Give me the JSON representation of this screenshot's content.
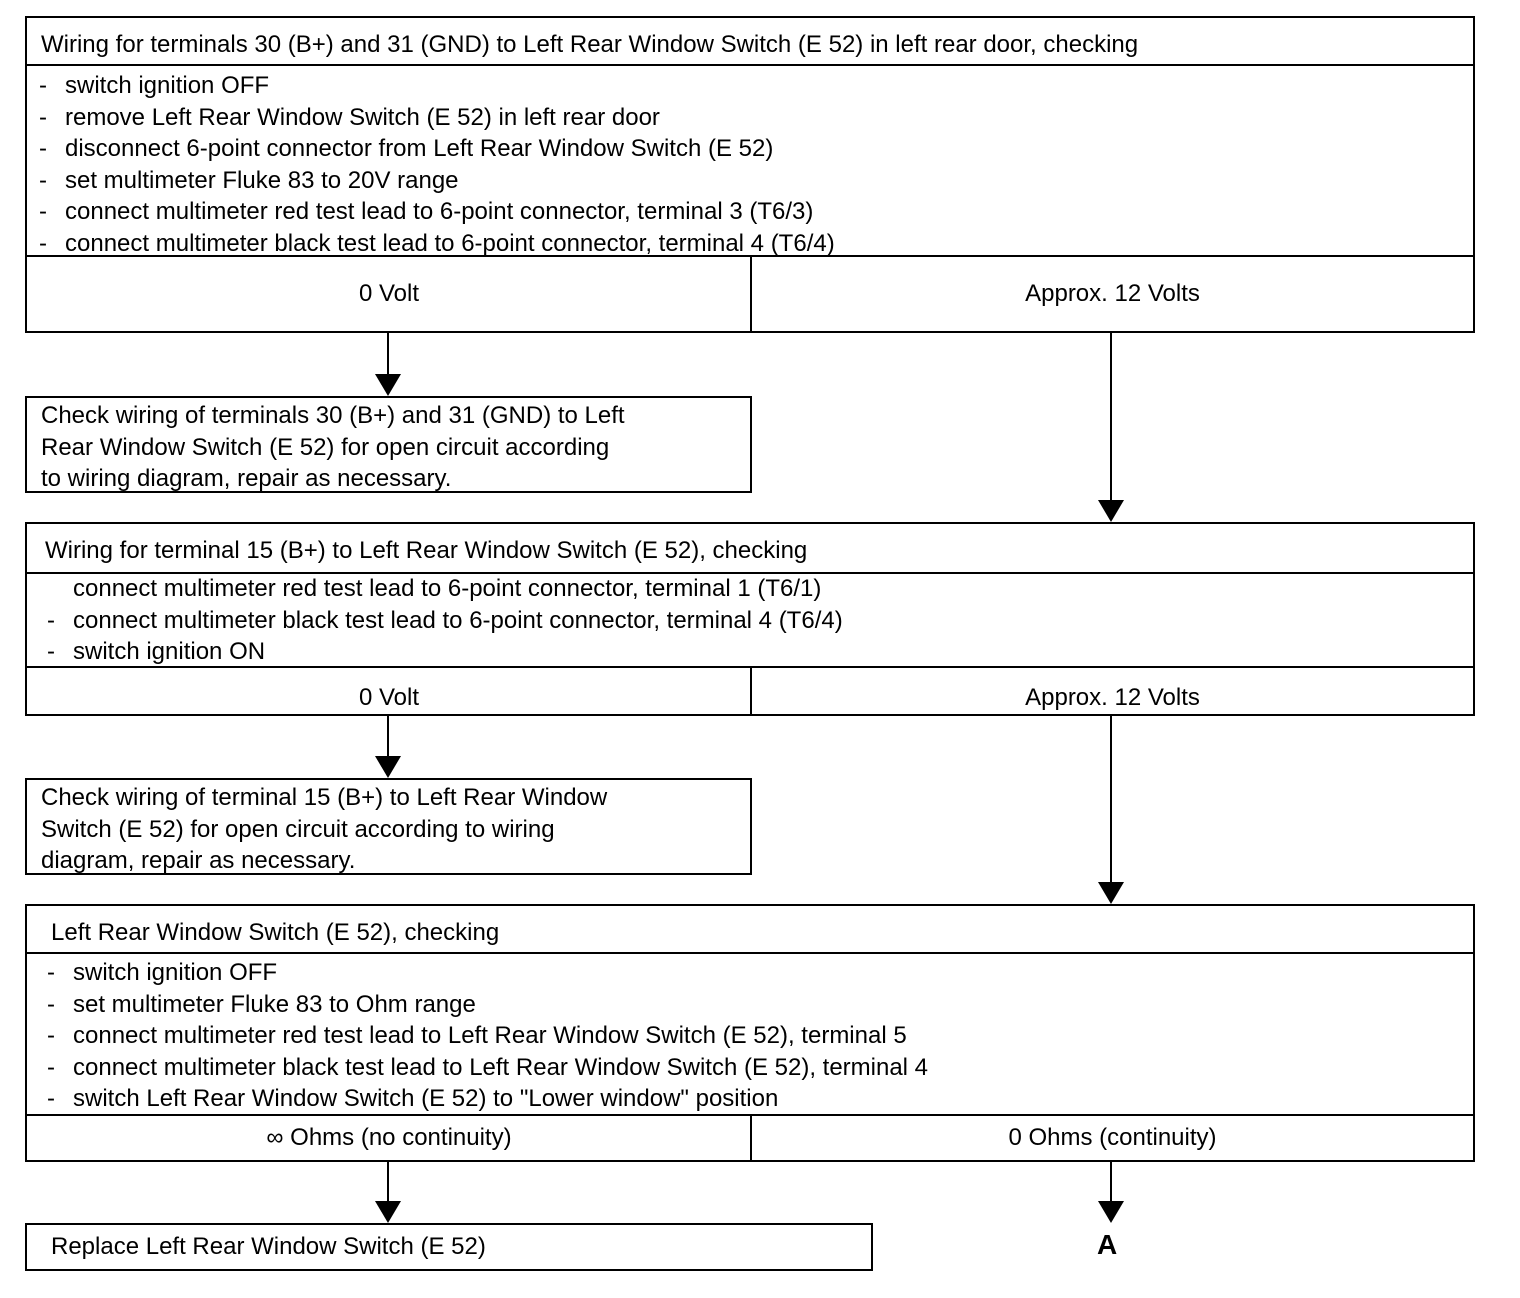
{
  "block1": {
    "title": "Wiring for terminals 30 (B+) and 31 (GND) to Left Rear Window Switch (E 52) in left rear door, checking",
    "steps": [
      "switch ignition OFF",
      "remove Left Rear Window Switch (E 52) in left rear door",
      "disconnect 6-point connector from Left Rear Window Switch (E 52)",
      "set multimeter Fluke 83 to 20V range",
      "connect multimeter  red test lead to 6-point connector,  terminal 3 (T6/3)",
      "connect multimeter black test lead to 6-point connector, terminal 4 (T6/4)"
    ],
    "outcome_left": "0 Volt",
    "outcome_right": "Approx. 12 Volts"
  },
  "note1": {
    "lines": [
      "Check wiring of terminals 30 (B+) and 31 (GND) to Left",
      "Rear Window Switch (E 52) for open circuit according",
      "to wiring  diagram,  repair as necessary."
    ]
  },
  "block2": {
    "title": "Wiring for terminal 15 (B+)  to Left Rear Window Switch (E 52), checking",
    "steps": [
      "connect multimeter red test lead to 6-point connector,  terminal 1 (T6/1)",
      "connect multimeter black test lead to 6-point connector,  terminal 4 (T6/4)",
      "switch ignition ON"
    ],
    "outcome_left": "0 Volt",
    "outcome_right": "Approx. 12 Volts"
  },
  "note2": {
    "lines": [
      "Check wiring of terminal 15 (B+)  to  Left Rear Window",
      "Switch (E 52) for open circuit  according  to wiring",
      "diagram,  repair as  necessary."
    ]
  },
  "block3": {
    "title": "Left Rear Window Switch (E 52), checking",
    "steps": [
      "switch ignition OFF",
      "set multimeter Fluke 83 to Ohm range",
      "connect multimeter red test lead to Left Rear Window Switch (E 52), terminal 5",
      "connect multimeter black test lead to Left Rear Window Switch (E 52), terminal 4",
      "switch  Left Rear Window Switch (E 52) to \"Lower window\" position"
    ],
    "outcome_left": "∞ Ohms  (no continuity)",
    "outcome_right": "0 Ohms  (continuity)"
  },
  "final": {
    "replace": "Replace  Left Rear Window Switch (E 52)",
    "goto_label": "A"
  }
}
